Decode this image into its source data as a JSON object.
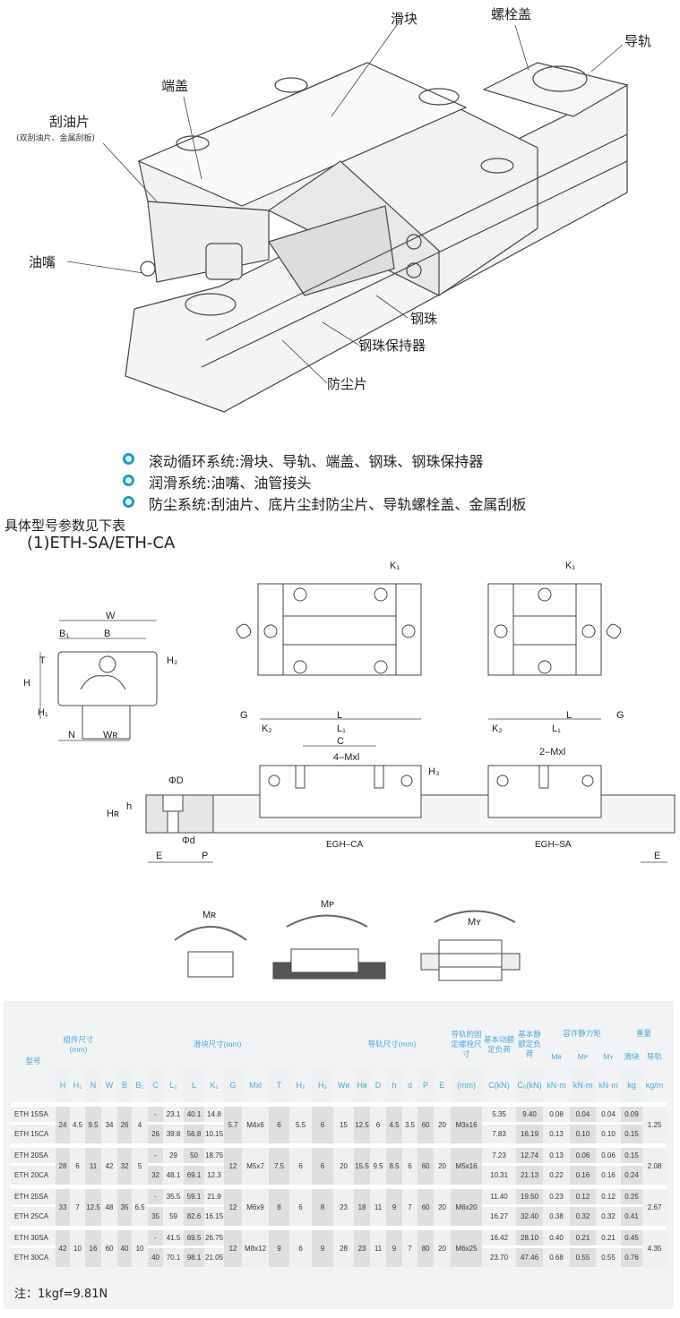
{
  "assembly_labels": {
    "slider": "滑块",
    "bolt_cap": "螺栓盖",
    "rail": "导轨",
    "end_cap": "端盖",
    "scraper": "刮油片",
    "scraper_note": "(双刮油片、金属刮板)",
    "grease_nipple": "油嘴",
    "steel_ball": "钢珠",
    "ball_retainer": "钢珠保持器",
    "dust_seal": "防尘片"
  },
  "bullets": [
    "滚动循环系统:滑块、导轨、端盖、钢珠、钢珠保持器",
    "润滑系统:油嘴、油管接头",
    "防尘系统:刮油片、底片尘封防尘片、导轨螺栓盖、金属刮板"
  ],
  "bullet_color": "#1a9ad6",
  "intro": "具体型号参数见下表",
  "section_title": "(1)ETH-SA/ETH-CA",
  "dimension_labels": {
    "K1a": "K₁",
    "K1b": "K₁",
    "W": "W",
    "B1": "B₁",
    "B": "B",
    "T": "T",
    "H2": "H₂",
    "H": "H",
    "H1": "H₁",
    "N": "N",
    "WR": "Wʀ",
    "G": "G",
    "K2": "K₂",
    "L": "L",
    "L1": "L₁",
    "C": "C",
    "Mxl4": "4–Mxl",
    "H3": "H₃",
    "PhiD": "ΦD",
    "h": "h",
    "HR": "Hʀ",
    "Phid": "Φd",
    "E": "E",
    "P": "P",
    "ca": "EGH–CA",
    "G2": "G",
    "K2b": "K₂",
    "L2": "L",
    "L1b": "L₁",
    "Mxl2": "2–Mxl",
    "sa": "EGH–SA",
    "E2": "E",
    "MR": "Mʀ",
    "MP": "Mᴘ",
    "MY": "Mʏ"
  },
  "table": {
    "header_color": "#4aa8d8",
    "model": "型号",
    "assembly": "组件尺寸(mm)",
    "slider": "滑块尺寸(mm)",
    "rail": "导轨尺寸(mm)",
    "bolt": "导轨的固定螺栓尺寸",
    "dyn": "基本动额定负荷",
    "stat": "基本静额定负荷",
    "moment": "容许静力矩",
    "weight": "重量",
    "moment_cols": [
      "Mʀ",
      "Mᴘ",
      "Mʏ"
    ],
    "weight_cols": [
      "滑块",
      "导轨"
    ],
    "symbols": [
      "H",
      "H₁",
      "N",
      "W",
      "B",
      "B₁",
      "C",
      "L₁",
      "L",
      "K₁",
      "G",
      "Mxl",
      "T",
      "H₂",
      "H₃",
      "Wʀ",
      "Hʀ",
      "D",
      "h",
      "d",
      "P",
      "E",
      "(mm)",
      "C(kN)",
      "C₀(kN)",
      "kN·m",
      "kN·m",
      "kN·m",
      "kg",
      "kg/m"
    ],
    "groups": [
      {
        "shared": {
          "H": "24",
          "H1": "4.5",
          "N": "9.5",
          "W": "34",
          "B": "26",
          "B1": "4",
          "G": "5.7",
          "Mxl": "M4x6",
          "T": "6",
          "H2": "5.5",
          "H3": "6",
          "WR": "15",
          "HR": "12.5",
          "D": "6",
          "h": "4.5",
          "d": "3.5",
          "P": "60",
          "E": "20",
          "bolt": "M3x16",
          "rail_kg": "1.25"
        },
        "rows": [
          {
            "model": "ETH 15SA",
            "C": "-",
            "L1": "23.1",
            "L": "40.1",
            "K1": "14.8",
            "Cd": "5.35",
            "C0": "9.40",
            "MR": "0.08",
            "MP": "0.04",
            "MY": "0.04",
            "kg": "0.09"
          },
          {
            "model": "ETH 15CA",
            "C": "26",
            "L1": "39.8",
            "L": "56.8",
            "K1": "10.15",
            "Cd": "7.83",
            "C0": "16.19",
            "MR": "0.13",
            "MP": "0.10",
            "MY": "0.10",
            "kg": "0.15"
          }
        ]
      },
      {
        "shared": {
          "H": "28",
          "H1": "6",
          "N": "11",
          "W": "42",
          "B": "32",
          "B1": "5",
          "G": "12",
          "Mxl": "M5x7",
          "T": "7.5",
          "H2": "6",
          "H3": "6",
          "WR": "20",
          "HR": "15.5",
          "D": "9.5",
          "h": "8.5",
          "d": "6",
          "P": "60",
          "E": "20",
          "bolt": "M5x16",
          "rail_kg": "2.08"
        },
        "rows": [
          {
            "model": "ETH 20SA",
            "C": "-",
            "L1": "29",
            "L": "50",
            "K1": "18.75",
            "Cd": "7.23",
            "C0": "12.74",
            "MR": "0.13",
            "MP": "0.06",
            "MY": "0.06",
            "kg": "0.15"
          },
          {
            "model": "ETH 20CA",
            "C": "32",
            "L1": "48.1",
            "L": "69.1",
            "K1": "12.3",
            "Cd": "10.31",
            "C0": "21.13",
            "MR": "0.22",
            "MP": "0.16",
            "MY": "0.16",
            "kg": "0.24"
          }
        ]
      },
      {
        "shared": {
          "H": "33",
          "H1": "7",
          "N": "12.5",
          "W": "48",
          "B": "35",
          "B1": "6.5",
          "G": "12",
          "Mxl": "M6x9",
          "T": "8",
          "H2": "6",
          "H3": "8",
          "WR": "23",
          "HR": "18",
          "D": "11",
          "h": "9",
          "d": "7",
          "P": "60",
          "E": "20",
          "bolt": "M6x20",
          "rail_kg": "2.67"
        },
        "rows": [
          {
            "model": "ETH 25SA",
            "C": "-",
            "L1": "35.5",
            "L": "59.1",
            "K1": "21.9",
            "Cd": "11.40",
            "C0": "19.50",
            "MR": "0.23",
            "MP": "0.12",
            "MY": "0.12",
            "kg": "0.25"
          },
          {
            "model": "ETH 25CA",
            "C": "35",
            "L1": "59",
            "L": "82.6",
            "K1": "16.15",
            "Cd": "16.27",
            "C0": "32.40",
            "MR": "0.38",
            "MP": "0.32",
            "MY": "0.32",
            "kg": "0.41"
          }
        ]
      },
      {
        "shared": {
          "H": "42",
          "H1": "10",
          "N": "16",
          "W": "60",
          "B": "40",
          "B1": "10",
          "G": "12",
          "Mxl": "M8x12",
          "T": "9",
          "H2": "6",
          "H3": "9",
          "WR": "28",
          "HR": "23",
          "D": "11",
          "h": "9",
          "d": "7",
          "P": "80",
          "E": "20",
          "bolt": "M6x25",
          "rail_kg": "4.35"
        },
        "rows": [
          {
            "model": "ETH 30SA",
            "C": "-",
            "L1": "41.5",
            "L": "69.5",
            "K1": "26.75",
            "Cd": "16.42",
            "C0": "28.10",
            "MR": "0.40",
            "MP": "0.21",
            "MY": "0.21",
            "kg": "0.45"
          },
          {
            "model": "ETH 30CA",
            "C": "40",
            "L1": "70.1",
            "L": "98.1",
            "K1": "21.05",
            "Cd": "23.70",
            "C0": "47.46",
            "MR": "0.68",
            "MP": "0.55",
            "MY": "0.55",
            "kg": "0.76"
          }
        ]
      }
    ],
    "note": "注：1kgf=9.81N"
  }
}
